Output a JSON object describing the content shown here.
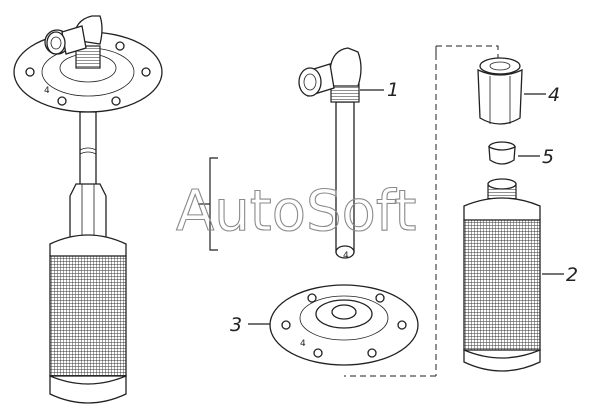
{
  "watermark": "AutoSoft",
  "callouts": {
    "c1": "1",
    "c2": "2",
    "c3": "3",
    "c4": "4",
    "c5": "5",
    "hole_mark_left": "4",
    "hole_mark_right": "4"
  },
  "colors": {
    "line": "#222222",
    "watermark": "#8a8a8a",
    "background": "#ffffff"
  }
}
